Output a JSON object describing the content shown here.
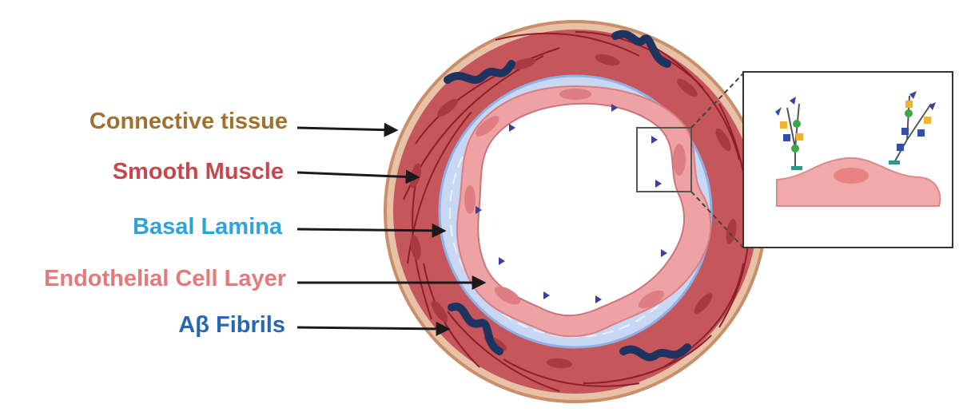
{
  "labels": {
    "connective_tissue": "Connective tissue",
    "smooth_muscle": "Smooth Muscle",
    "basal_lamina": "Basal Lamina",
    "endothelial_cell_layer": "Endothelial Cell Layer",
    "abeta_fibrils": "Aβ Fibrils"
  },
  "colors": {
    "connective_tissue": "#a0712e",
    "smooth_muscle": "#c8474c",
    "basal_lamina": "#2ea3dc",
    "endothelial_cell_layer": "#e47a7a",
    "abeta_fibrils": "#2a67b1",
    "arrow": "#1a1a1a",
    "outer_ring": "#e8c2a6",
    "muscle_layer": "#c5565c",
    "lamina_layer": "#c8d8f4",
    "endothelium": "#eea2a4",
    "fibril": "#1f3360",
    "receptor_blue": "#2f4fa8",
    "receptor_yellow": "#f0b429",
    "receptor_green": "#3aa845",
    "receptor_teal": "#2a9a8a"
  }
}
